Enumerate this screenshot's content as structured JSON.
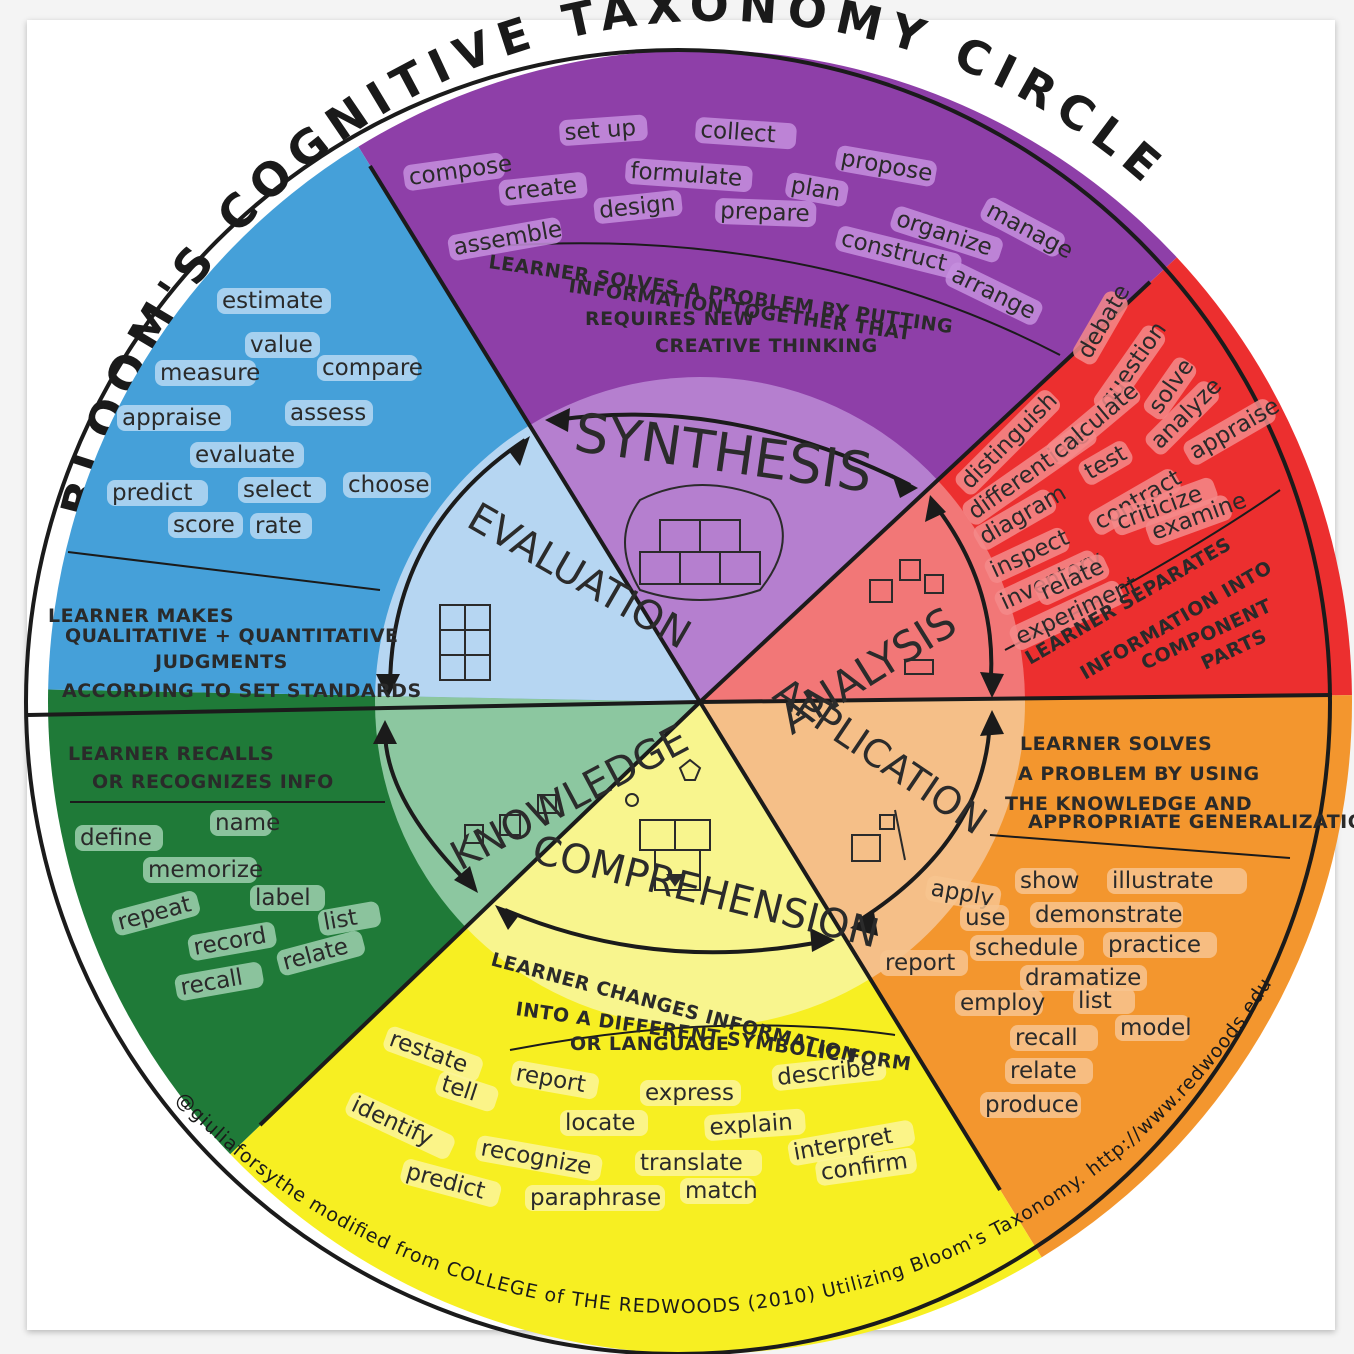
{
  "title": "BLOOM'S COGNITIVE TAXONOMY CIRCLE",
  "credit": "@giuliaforsythe modified from COLLEGE of THE REDWOODS (2010) Utilizing Bloom's Taxonomy. http://www.redwoods.edu",
  "colors": {
    "synthesis": "#8e3fa8",
    "synthesis_inner": "#b57fcf",
    "analysis": "#ec2f2f",
    "analysis_inner": "#f27777",
    "application": "#f3962e",
    "application_inner": "#f5bf88",
    "comprehension": "#f7ef22",
    "comprehension_inner": "#f8f58e",
    "knowledge": "#1f7a38",
    "knowledge_inner": "#8cc7a0",
    "evaluation": "#45a0d9",
    "evaluation_inner": "#b6d6f2"
  },
  "levels": {
    "synthesis": {
      "name": "SYNTHESIS",
      "description": [
        "LEARNER SOLVES A PROBLEM BY PUTTING",
        "INFORMATION TOGETHER THAT",
        "REQUIRES NEW",
        "CREATIVE THINKING"
      ],
      "verbs": [
        "compose",
        "set up",
        "collect",
        "propose",
        "create",
        "formulate",
        "plan",
        "manage",
        "assemble",
        "design",
        "prepare",
        "organize",
        "construct",
        "arrange"
      ]
    },
    "analysis": {
      "name": "ANALYSIS",
      "description": [
        "LEARNER SEPARATES",
        "INFORMATION INTO",
        "COMPONENT",
        "PARTS"
      ],
      "verbs": [
        "debate",
        "distinguish",
        "question",
        "differentiate",
        "solve",
        "calculate",
        "analyze",
        "diagram",
        "test",
        "appraise",
        "inspect",
        "contract",
        "criticize",
        "inventory",
        "examine",
        "relate",
        "experiment"
      ]
    },
    "application": {
      "name": "APPLICATION",
      "description": [
        "LEARNER SOLVES",
        "A PROBLEM BY USING",
        "THE KNOWLEDGE AND",
        "APPROPRIATE GENERALIZATIONS"
      ],
      "verbs": [
        "apply",
        "show",
        "illustrate",
        "use",
        "demonstrate",
        "schedule",
        "practice",
        "report",
        "dramatize",
        "employ",
        "list",
        "recall",
        "model",
        "relate",
        "produce"
      ]
    },
    "comprehension": {
      "name": "COMPREHENSION",
      "description": [
        "LEARNER CHANGES INFORMATION",
        "INTO A DIFFERENT SYMBOLIC FORM",
        "OR LANGUAGE"
      ],
      "verbs": [
        "restate",
        "report",
        "express",
        "describe",
        "tell",
        "locate",
        "explain",
        "identify",
        "recognize",
        "translate",
        "interpret",
        "predict",
        "paraphrase",
        "match",
        "confirm"
      ]
    },
    "knowledge": {
      "name": "KNOWLEDGE",
      "description": [
        "LEARNER RECALLS",
        "OR RECOGNIZES INFO"
      ],
      "verbs": [
        "define",
        "name",
        "memorize",
        "label",
        "repeat",
        "list",
        "record",
        "relate",
        "recall"
      ]
    },
    "evaluation": {
      "name": "EVALUATION",
      "description": [
        "LEARNER MAKES",
        "QUALITATIVE + QUANTITATIVE",
        "JUDGMENTS",
        "ACCORDING TO SET STANDARDS"
      ],
      "verbs": [
        "estimate",
        "value",
        "measure",
        "compare",
        "appraise",
        "assess",
        "evaluate",
        "predict",
        "select",
        "choose",
        "score",
        "rate"
      ]
    }
  }
}
